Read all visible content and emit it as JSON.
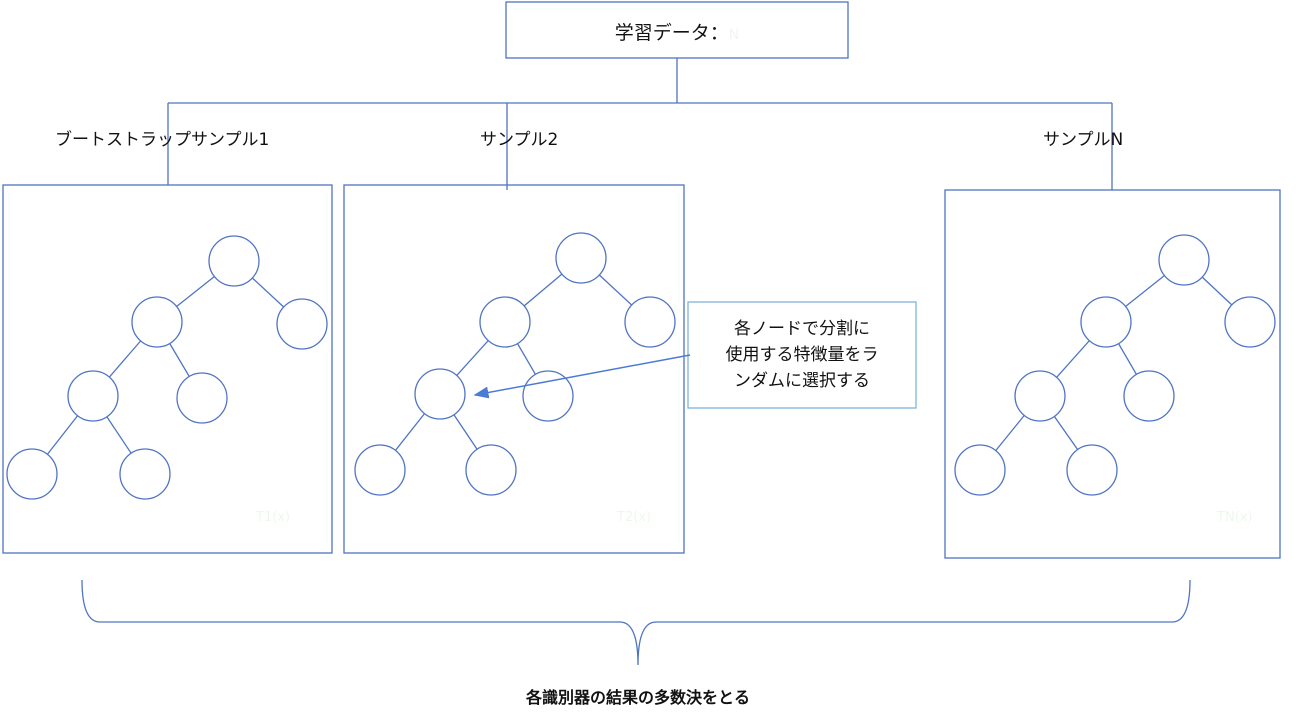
{
  "top_box": {
    "label": "学習データ：",
    "symbol": "N"
  },
  "samples": [
    {
      "label": "ブートストラップサンプル1",
      "tree_label": "T1(x)"
    },
    {
      "label": "サンプル2",
      "tree_label": "T2(x)"
    },
    {
      "label": "サンプルN",
      "tree_label": "TN(x)"
    }
  ],
  "callout": {
    "lines": [
      "各ノードで分割に",
      "使用する特徴量をラ",
      "ンダムに選択する"
    ]
  },
  "conclusion": "各識別器の結果の多数決をとる",
  "colors": {
    "stroke": "#4f74c4",
    "arrow": "#4a7bd6"
  }
}
